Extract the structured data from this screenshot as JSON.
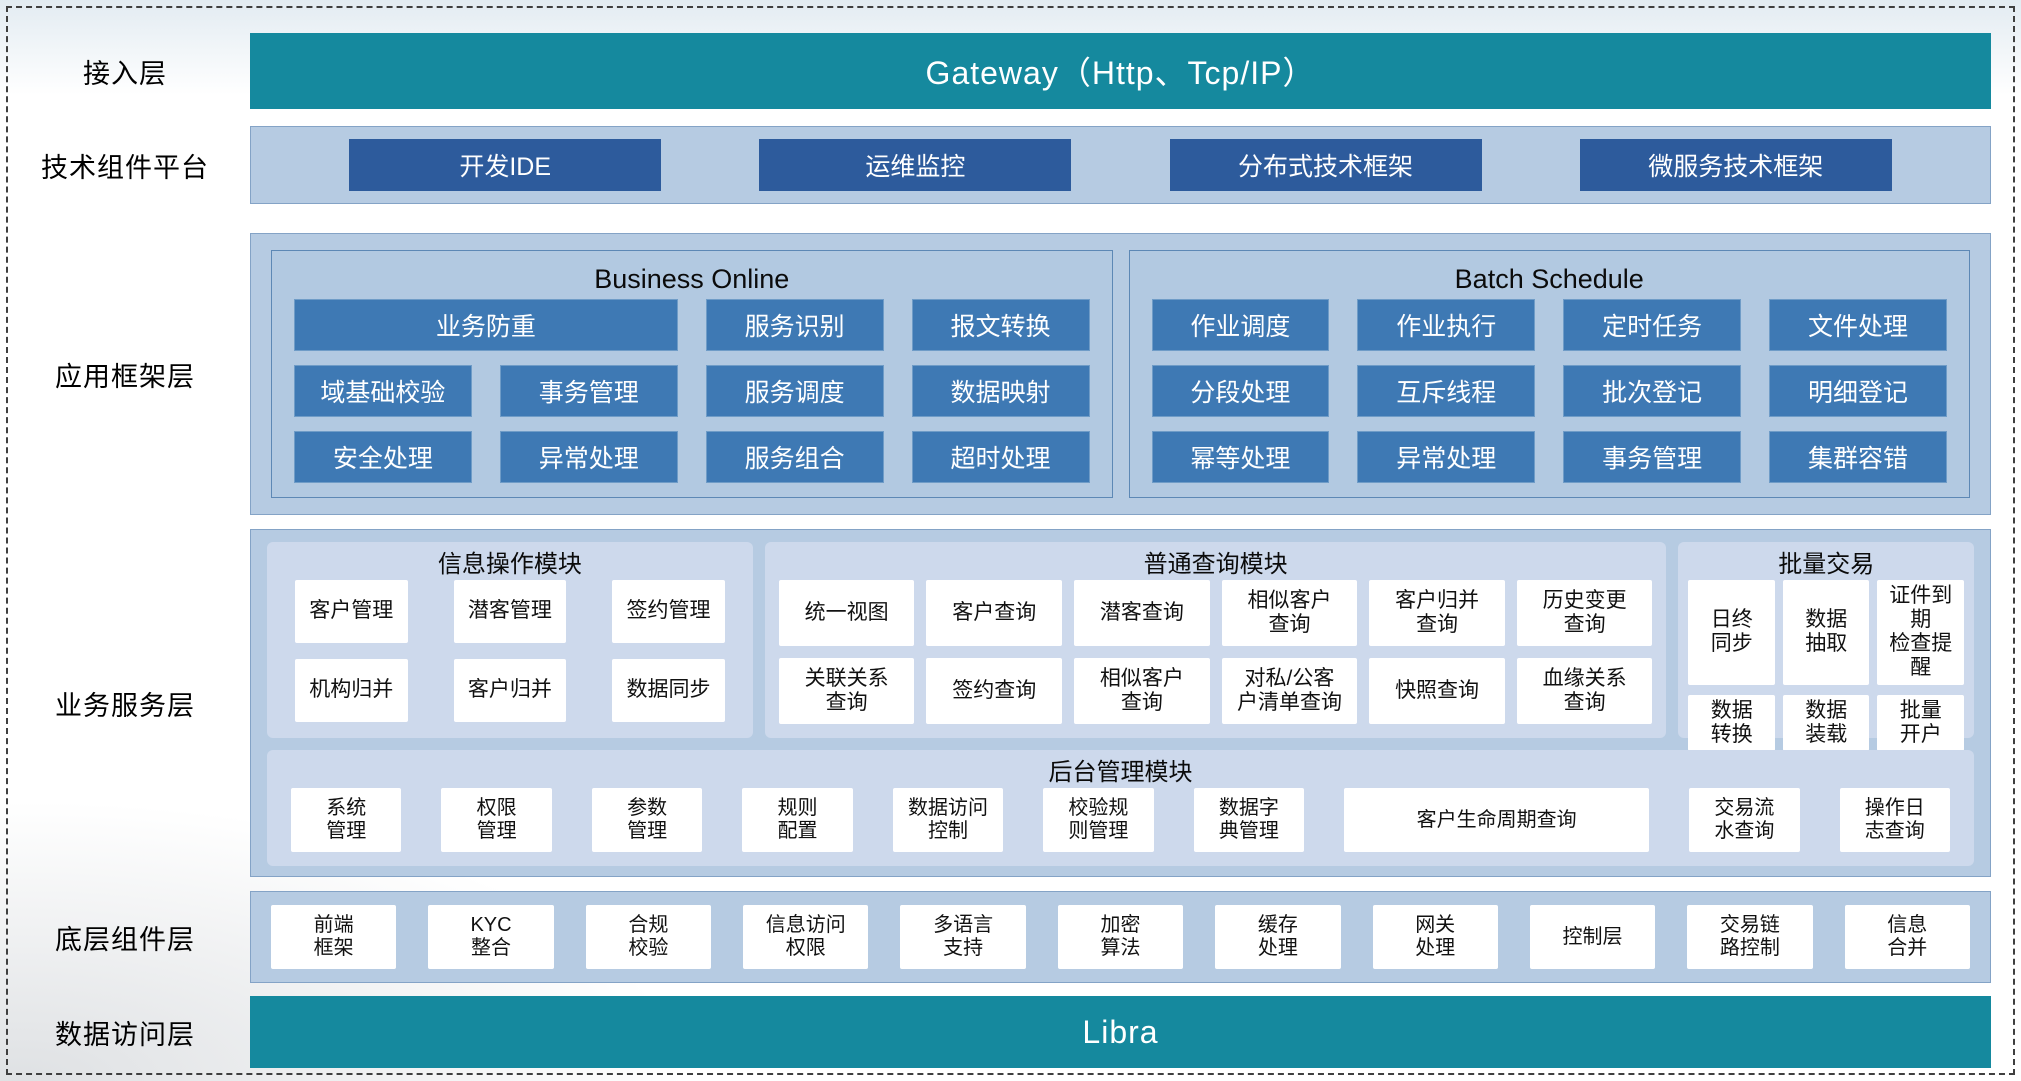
{
  "colors": {
    "teal_banner": "#15899e",
    "layer_panel_blue": "#b6cbe2",
    "dark_button_blue": "#2d5b9c",
    "mid_button_blue": "#3e79b4",
    "module_panel_blue": "#cdd9ec",
    "cell_white": "#ffffff"
  },
  "access_layer": {
    "label": "接入层",
    "banner": "Gateway（Http、Tcp/IP）"
  },
  "tech_platform": {
    "label": "技术组件平台",
    "items": [
      "开发IDE",
      "运维监控",
      "分布式技术框架",
      "微服务技术框架"
    ]
  },
  "app_framework": {
    "label": "应用框架层",
    "business_online": {
      "title": "Business Online",
      "row1_wide": "业务防重",
      "row1": [
        "服务识别",
        "报文转换"
      ],
      "row2": [
        "域基础校验",
        "事务管理",
        "服务调度",
        "数据映射"
      ],
      "row3": [
        "安全处理",
        "异常处理",
        "服务组合",
        "超时处理"
      ]
    },
    "batch_schedule": {
      "title": "Batch Schedule",
      "row1": [
        "作业调度",
        "作业执行",
        "定时任务",
        "文件处理"
      ],
      "row2": [
        "分段处理",
        "互斥线程",
        "批次登记",
        "明细登记"
      ],
      "row3": [
        "幂等处理",
        "异常处理",
        "事务管理",
        "集群容错"
      ]
    }
  },
  "business_service": {
    "label": "业务服务层",
    "info_module": {
      "title": "信息操作模块",
      "row1": [
        "客户管理",
        "潜客管理",
        "签约管理"
      ],
      "row2": [
        "机构归并",
        "客户归并",
        "数据同步"
      ]
    },
    "query_module": {
      "title": "普通查询模块",
      "row1": [
        "统一视图",
        "客户查询",
        "潜客查询",
        "相似客户\n查询",
        "客户归并\n查询",
        "历史变更\n查询"
      ],
      "row2": [
        "关联关系\n查询",
        "签约查询",
        "相似客户\n查询",
        "对私/公客\n户清单查询",
        "快照查询",
        "血缘关系\n查询"
      ]
    },
    "batch_trade": {
      "title": "批量交易",
      "row1": [
        "日终\n同步",
        "数据\n抽取",
        "证件到期\n检查提醒"
      ],
      "row2": [
        "数据\n转换",
        "数据\n装载",
        "批量\n开户"
      ]
    },
    "admin_module": {
      "title": "后台管理模块",
      "items": [
        "系统\n管理",
        "权限\n管理",
        "参数\n管理",
        "规则\n配置",
        "数据访问\n控制",
        "校验规\n则管理",
        "数据字\n典管理",
        "客户生命周期查询",
        "交易流\n水查询",
        "操作日\n志查询"
      ]
    }
  },
  "base_component": {
    "label": "底层组件层",
    "items": [
      "前端\n框架",
      "KYC\n整合",
      "合规\n校验",
      "信息访问\n权限",
      "多语言\n支持",
      "加密\n算法",
      "缓存\n处理",
      "网关\n处理",
      "控制层",
      "交易链\n路控制",
      "信息\n合并"
    ]
  },
  "data_access": {
    "label": "数据访问层",
    "banner": "Libra"
  }
}
